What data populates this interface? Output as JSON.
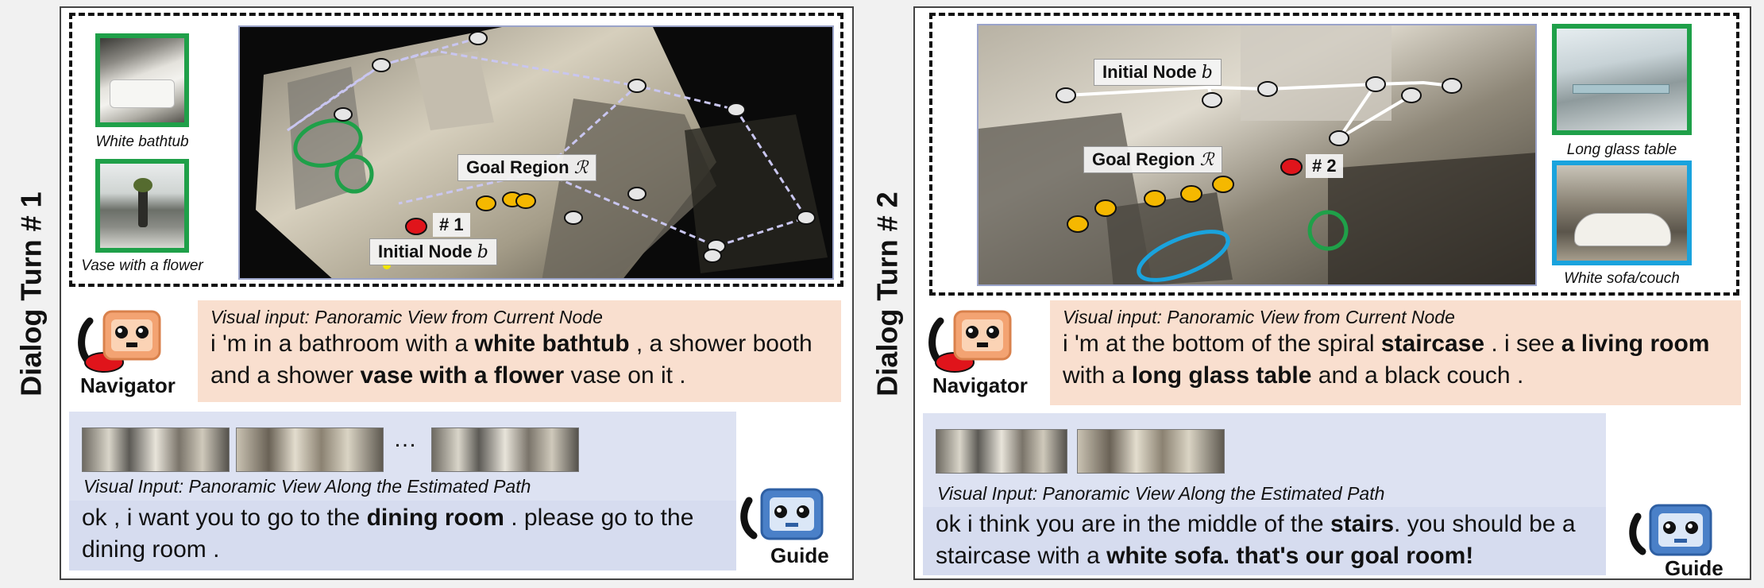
{
  "turns": [
    {
      "label": "Dialog Turn # 1",
      "thumbnails": [
        {
          "caption": "White bathtub",
          "color": "#1fa049"
        },
        {
          "caption": "Vase with a flower",
          "color": "#1fa049"
        }
      ],
      "map": {
        "initial_node": "Initial Node",
        "initial_node_symbol": "b",
        "goal_region": "Goal Region",
        "goal_region_symbol": "ℛ",
        "turn_tag": "# 1"
      },
      "navigator": {
        "visual_input": "Visual input: Panoramic View from Current Node",
        "message": [
          {
            "t": "i 'm in a bathroom with a ",
            "b": false
          },
          {
            "t": "white bathtub",
            "b": true
          },
          {
            "t": " , a shower booth and a shower ",
            "b": false
          },
          {
            "t": "vase with a flower",
            "b": true
          },
          {
            "t": " vase on it .",
            "b": false
          }
        ],
        "role": "Navigator"
      },
      "guide": {
        "panoramas_ellipsis": "…",
        "visual_input": "Visual Input: Panoramic View Along the Estimated Path",
        "message": [
          {
            "t": "ok , i want you to go to the ",
            "b": false
          },
          {
            "t": "dining room",
            "b": true
          },
          {
            "t": " . please go to the dining room .",
            "b": false
          }
        ],
        "role": "Guide"
      }
    },
    {
      "label": "Dialog Turn # 2",
      "thumbnails": [
        {
          "caption": "Long glass table",
          "color": "#1fa049"
        },
        {
          "caption": "White sofa/couch",
          "color": "#1aa3dd"
        }
      ],
      "map": {
        "initial_node": "Initial Node",
        "initial_node_symbol": "b",
        "goal_region": "Goal Region",
        "goal_region_symbol": "ℛ",
        "turn_tag": "# 2"
      },
      "navigator": {
        "visual_input": "Visual input: Panoramic View from Current Node",
        "message": [
          {
            "t": "i 'm at the bottom of the spiral ",
            "b": false
          },
          {
            "t": "staircase",
            "b": true
          },
          {
            "t": " . i see ",
            "b": false
          },
          {
            "t": "a living room",
            "b": true
          },
          {
            "t": " with a ",
            "b": false
          },
          {
            "t": "long glass table",
            "b": true
          },
          {
            "t": " and a black couch .",
            "b": false
          }
        ],
        "role": "Navigator"
      },
      "guide": {
        "visual_input": "Visual Input: Panoramic View Along the Estimated Path",
        "message": [
          {
            "t": "ok i think you are in the middle of the ",
            "b": false
          },
          {
            "t": "stairs",
            "b": true
          },
          {
            "t": ". you should be a staircase with a ",
            "b": false
          },
          {
            "t": "white sofa. that's our goal room!",
            "b": true
          }
        ],
        "role": "Guide"
      }
    }
  ],
  "colors": {
    "goal_node": "#f5b800",
    "current_node": "#e0141b",
    "path_node": "#e6e6e6",
    "navigator_bg": "#f9dfcf",
    "guide_bg": "#dde2f2",
    "landmark_green": "#1fa049",
    "landmark_blue": "#1aa3dd"
  }
}
